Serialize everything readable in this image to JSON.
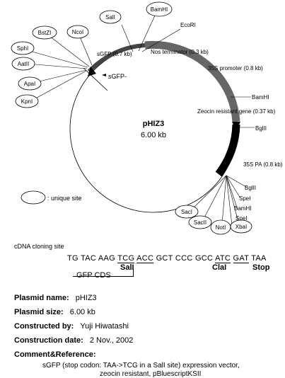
{
  "plasmid": {
    "name": "pHIZ3",
    "size": "6.00 kb"
  },
  "features": [
    {
      "name": "Nos terminator (0.3 kb)"
    },
    {
      "name": "35S promoter (0.8 kb)"
    },
    {
      "name": "Zeocin resistant gene (0.37 kb)"
    },
    {
      "name": "35S PA (0.8 kb)"
    },
    {
      "name": "sGFP (0.7 kb)"
    },
    {
      "name": "sGFP-"
    }
  ],
  "sites": {
    "unique": [
      "SalI",
      "BamHI",
      "NcoI",
      "BstZI",
      "SphI",
      "AatII",
      "ApaI",
      "KpnI",
      "SacI",
      "SacII",
      "NotI",
      "XbaI"
    ],
    "other": [
      "EcoRI",
      "BamHI",
      "BglII",
      "BglII",
      "SpeI",
      "BamHI",
      "SpeI"
    ]
  },
  "legend": {
    "unique_site": ": unique site"
  },
  "cloning": {
    "title": "cDNA cloning site",
    "sequence": [
      "TG",
      "TAC",
      "AAG",
      "TCG",
      "ACC",
      "GCT",
      "CCC",
      "GCC",
      "ATC",
      "GAT",
      "TAA"
    ],
    "gfp_cds": "GFP CDS",
    "sali": "SalI",
    "clai": "ClaI",
    "stop": "Stop"
  },
  "info": {
    "name_label": "Plasmid name:",
    "name_value": "pHIZ3",
    "size_label": "Plasmid size:",
    "size_value": "6.00 kb",
    "constructed_label": "Constructed by:",
    "constructed_value": "Yuji Hiwatashi",
    "date_label": "Construction date:",
    "date_value": "2 Nov., 2002",
    "comment_label": "Comment&Reference:",
    "comment_line1": "sGFP (stop codon: TAA->TCG in a SalI site) expression vector,",
    "comment_line2": "zeocin resistant, pBluescriptKSII"
  },
  "colors": {
    "gray_feature": "#666666",
    "black_feature": "#000000"
  }
}
